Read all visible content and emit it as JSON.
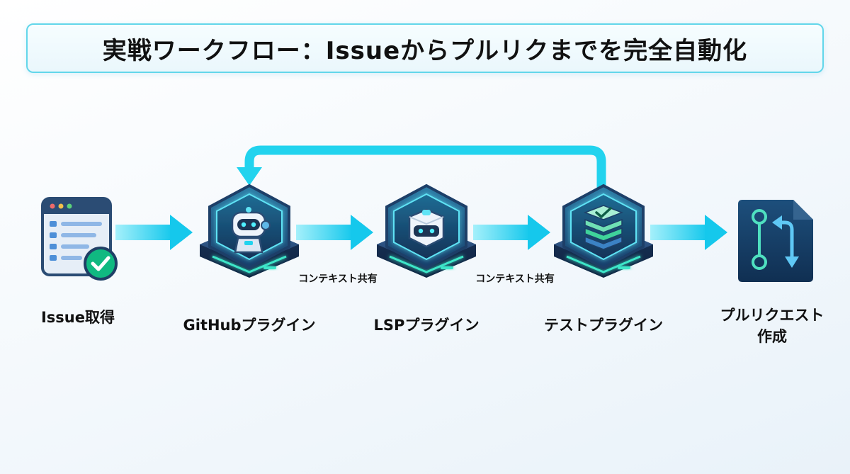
{
  "title": "実戦ワークフロー：Issueからプルリクまでを完全自動化",
  "stages": [
    {
      "label": "Issue取得",
      "icon": "issue-checklist-icon"
    },
    {
      "label": "GitHubプラグイン",
      "icon": "robot-plugin-icon"
    },
    {
      "label": "LSPプラグイン",
      "icon": "cube-bot-plugin-icon"
    },
    {
      "label": "テストプラグイン",
      "icon": "test-stack-plugin-icon"
    },
    {
      "label": "プルリクエスト作成",
      "icon": "pull-request-icon"
    }
  ],
  "connector_labels": [
    "コンテキスト共有",
    "コンテキスト共有"
  ],
  "colors": {
    "accent": "#22d3ee",
    "platform_dark": "#1f3f66",
    "platform_glow": "#3ee6c8",
    "check_green": "#10b981"
  }
}
